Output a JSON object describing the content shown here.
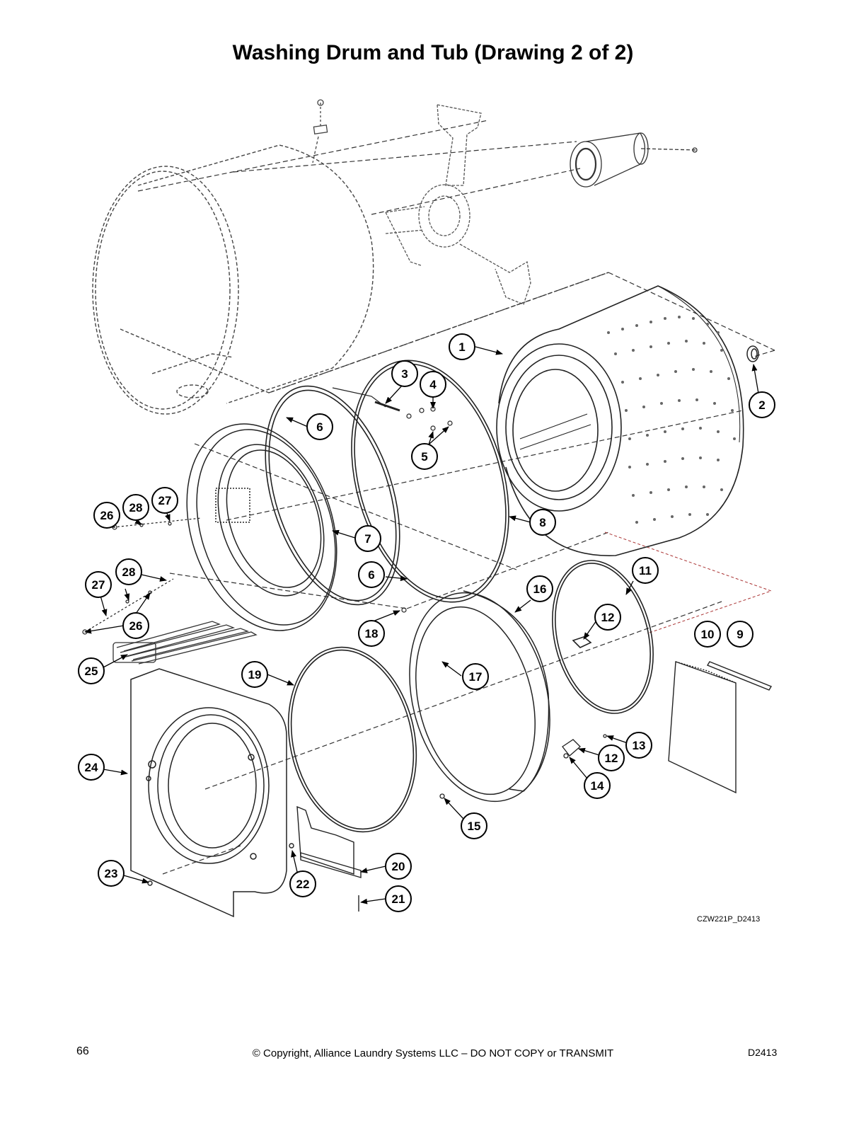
{
  "title": "Washing Drum and Tub (Drawing 2 of 2)",
  "drawing_code": "CZW221P_D2413",
  "footer": {
    "page_number": "66",
    "copyright": "© Copyright, Alliance Laundry Systems LLC – DO NOT COPY or TRANSMIT",
    "doc_code": "D2413"
  },
  "callouts": [
    "1",
    "2",
    "3",
    "4",
    "5",
    "6",
    "6",
    "7",
    "8",
    "9",
    "10",
    "11",
    "12",
    "12",
    "13",
    "14",
    "15",
    "16",
    "17",
    "18",
    "19",
    "20",
    "21",
    "22",
    "23",
    "24",
    "25",
    "26",
    "26",
    "27",
    "27",
    "28",
    "28"
  ]
}
